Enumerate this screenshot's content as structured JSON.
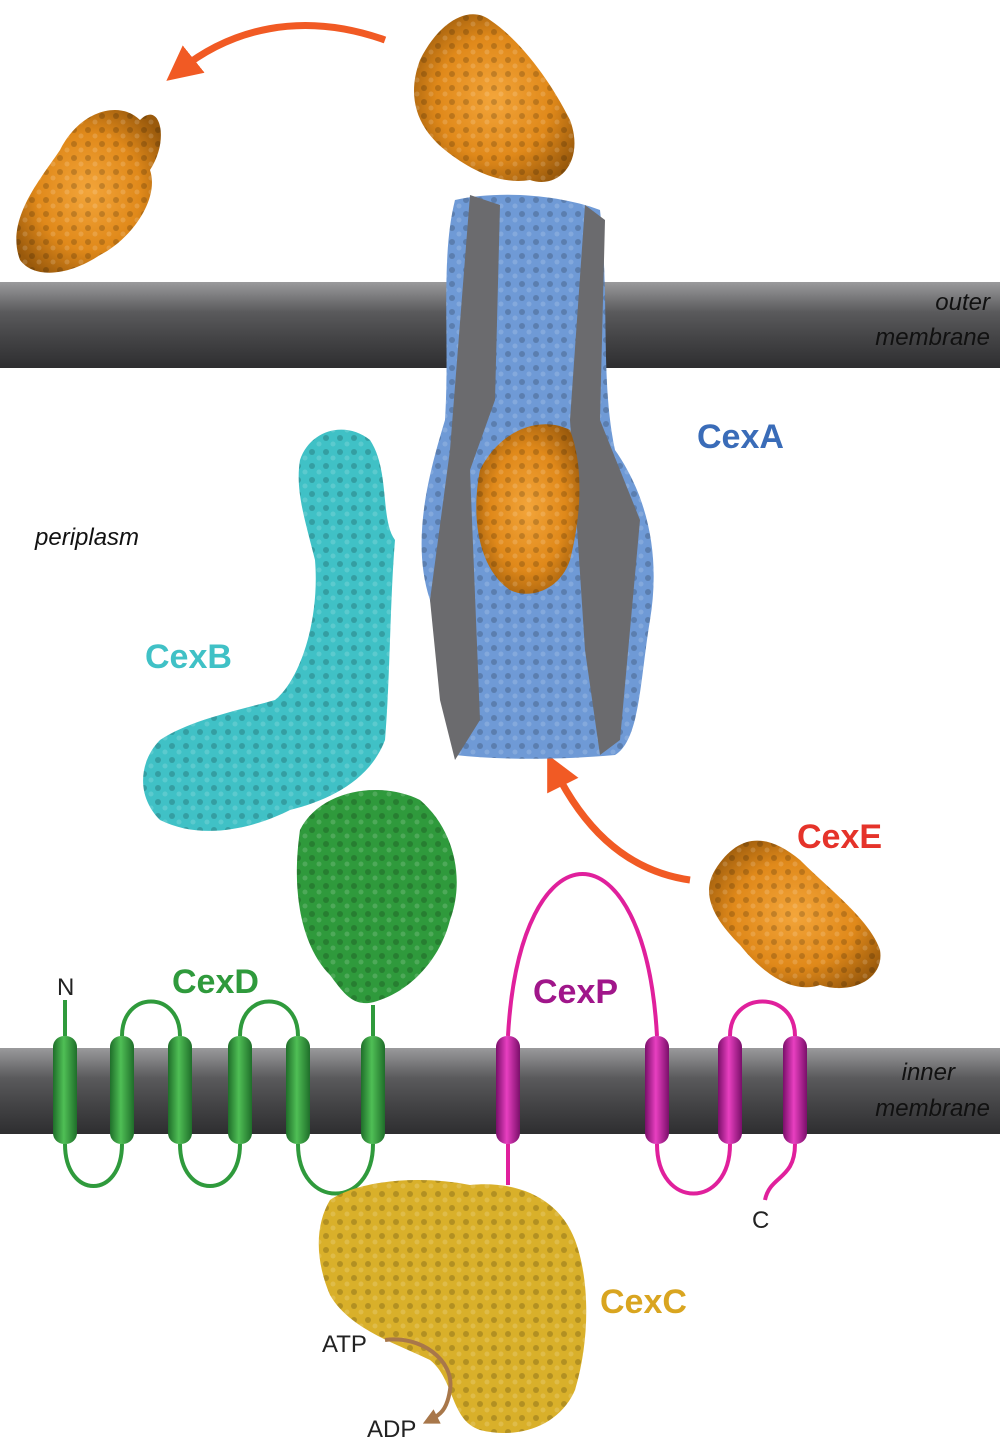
{
  "labels": {
    "outer_membrane_line1": "outer",
    "outer_membrane_line2": "membrane",
    "inner_membrane_line1": "inner",
    "inner_membrane_line2": "membrane",
    "periplasm": "periplasm",
    "cexA": "CexA",
    "cexB": "CexB",
    "cexC": "CexC",
    "cexD": "CexD",
    "cexE": "CexE",
    "cexP": "CexP",
    "n_terminus": "N",
    "c_terminus": "C",
    "atp": "ATP",
    "adp": "ADP"
  },
  "colors": {
    "membrane": "#4a4a4c",
    "cexA": "#6f9ad6",
    "cexA_label": "#3a6cb8",
    "cexB": "#40c1c6",
    "cexC": "#d9b02a",
    "cexD": "#2f9a3c",
    "cexE": "#e0891a",
    "cexE_label": "#e5332a",
    "cexP": "#c41a9c",
    "arrow": "#f15a24",
    "atp_arrow": "#a8774a"
  }
}
